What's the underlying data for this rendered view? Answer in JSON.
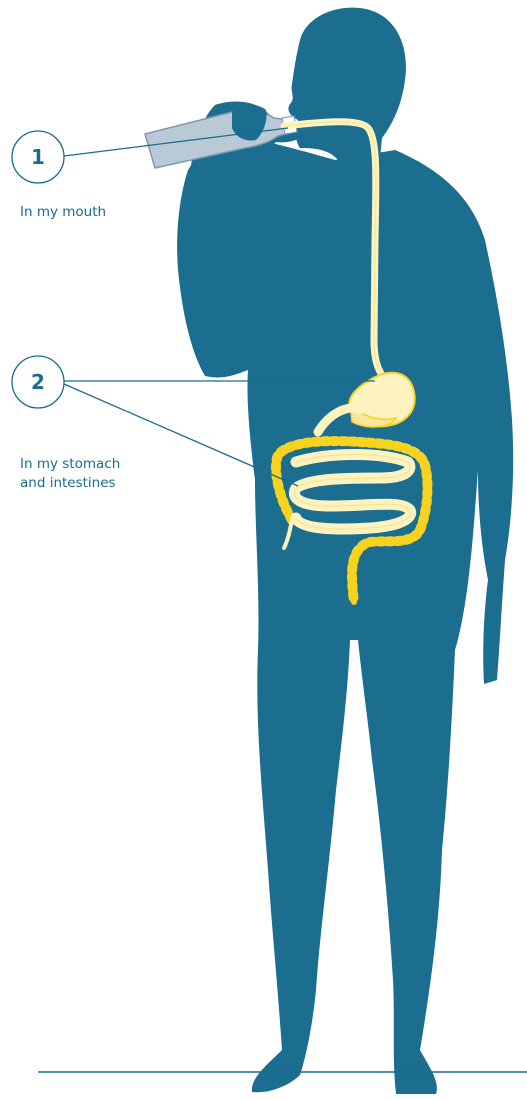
{
  "colors": {
    "silhouette": "#1b6e8f",
    "accent": "#1a6b8c",
    "digestive_fill": "#fdf3c0",
    "intestine_outline": "#f7d21e",
    "bottle": "#b9c9d6"
  },
  "callouts": [
    {
      "number": "1",
      "label": "In my mouth"
    },
    {
      "number": "2",
      "label": "In my stomach\nand intestines"
    }
  ]
}
